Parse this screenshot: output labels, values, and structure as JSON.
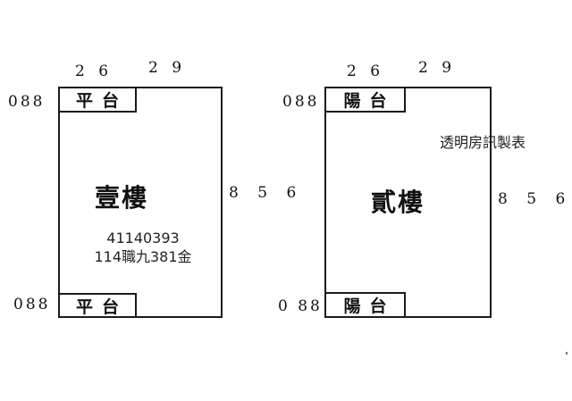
{
  "plan_left": {
    "top_dims": [
      "2 6",
      "2 9"
    ],
    "top_side_label": "088",
    "bottom_side_label": "088",
    "right_dim": "8 5 6",
    "top_area_label": "平台",
    "bottom_area_label": "平台",
    "floor_label": "壹樓",
    "info_line_1": "41140393",
    "info_line_2": "114職九381金"
  },
  "plan_right": {
    "top_dims": [
      "2 6",
      "2 9"
    ],
    "top_side_label": "088",
    "bottom_side_label": "0 88",
    "right_dim": "8 5 6",
    "top_area_label": "陽台",
    "bottom_area_label": "陽台",
    "floor_label": "貳樓"
  },
  "watermark": "透明房訊製表",
  "colors": {
    "line": "#1a1a1a",
    "background": "#ffffff",
    "text": "#111111"
  }
}
